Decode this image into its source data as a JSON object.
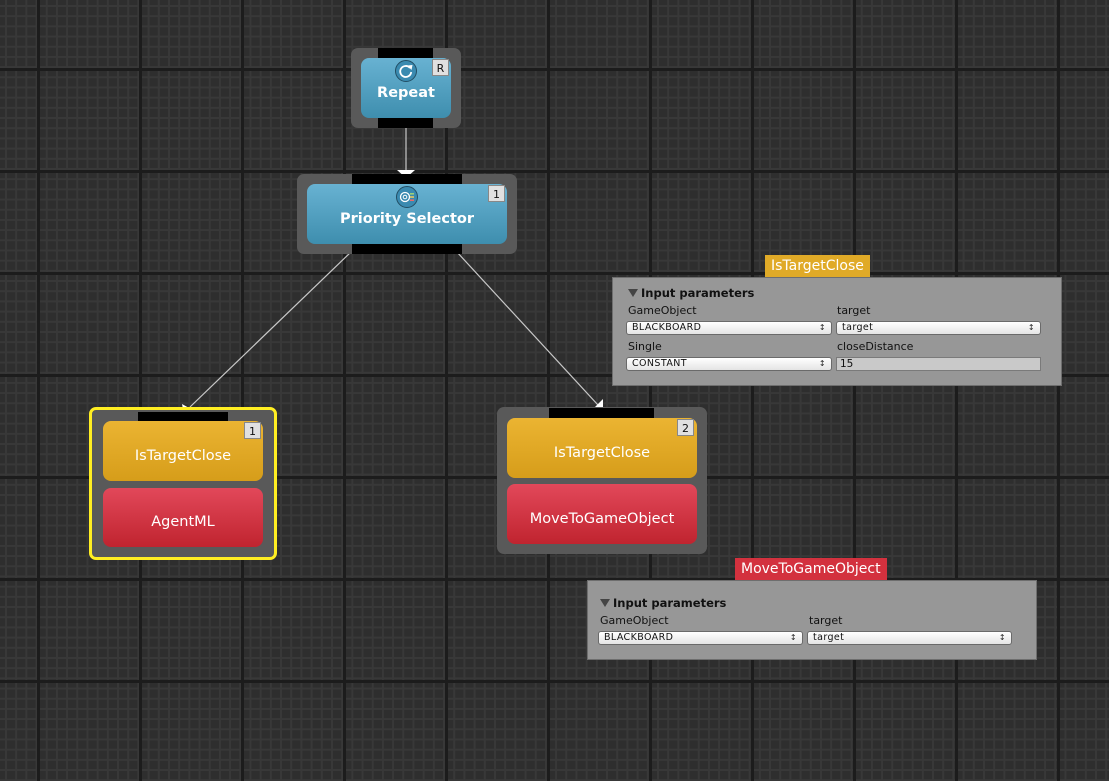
{
  "colors": {
    "composite_blue": "#4f9fc2",
    "condition_orange": "#e0aa27",
    "action_red": "#d3313e",
    "selection_yellow": "#ffee22",
    "canvas_bg": "#2e2e2e"
  },
  "nodes": {
    "repeat": {
      "label": "Repeat",
      "badge": "R",
      "icon": "repeat-icon"
    },
    "priority_selector": {
      "label": "Priority Selector",
      "badge": "1",
      "icon": "priority-selector-icon"
    },
    "branch1": {
      "condition": "IsTargetClose",
      "action": "AgentML",
      "badge": "1",
      "selected": true
    },
    "branch2": {
      "condition": "IsTargetClose",
      "action": "MoveToGameObject",
      "badge": "2",
      "selected": false
    }
  },
  "inspectors": [
    {
      "title": "IsTargetClose",
      "section": "Input parameters",
      "params": [
        {
          "type": "GameObject",
          "name": "target",
          "mode": "BLACKBOARD",
          "value": "target",
          "value_kind": "dropdown"
        },
        {
          "type": "Single",
          "name": "closeDistance",
          "mode": "CONSTANT",
          "value": "15",
          "value_kind": "text"
        }
      ]
    },
    {
      "title": "MoveToGameObject",
      "section": "Input parameters",
      "params": [
        {
          "type": "GameObject",
          "name": "target",
          "mode": "BLACKBOARD",
          "value": "target",
          "value_kind": "dropdown"
        }
      ]
    }
  ],
  "glyphs": {
    "dropdown_arrow": "↕",
    "collapse_triangle": "▼"
  }
}
